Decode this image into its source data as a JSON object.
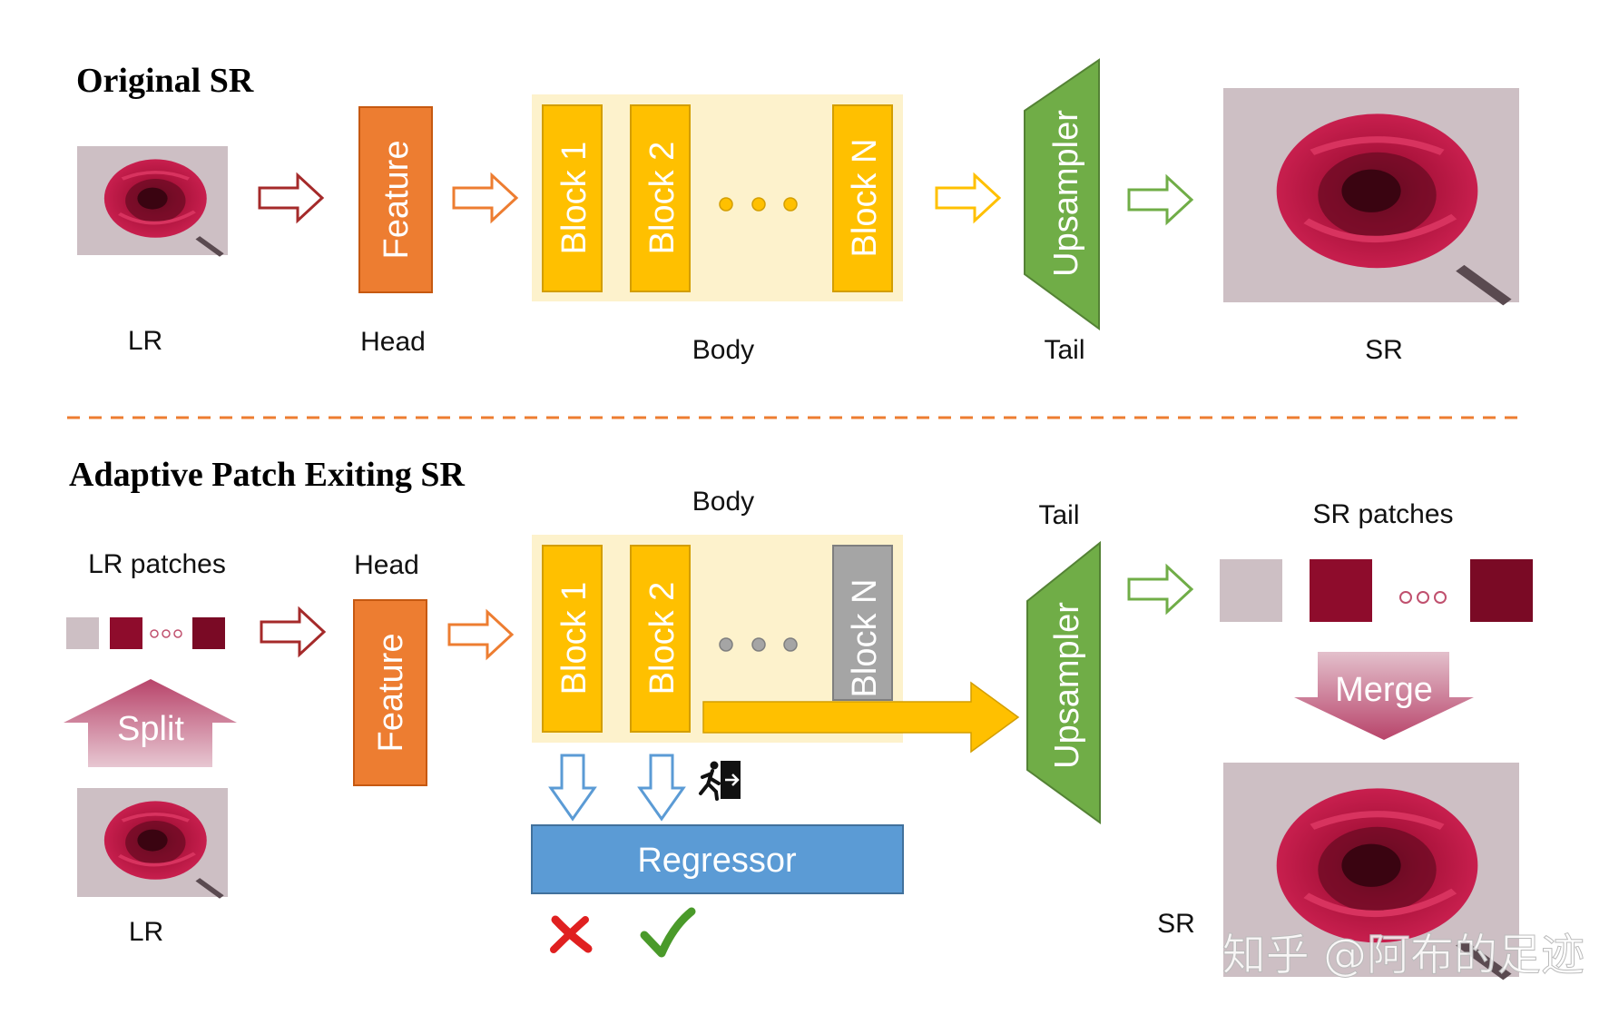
{
  "top": {
    "title": "Original SR",
    "labels": {
      "lr": "LR",
      "head": "Head",
      "body": "Body",
      "tail": "Tail",
      "sr": "SR"
    },
    "head_block": "Feature",
    "body_blocks": [
      "Block 1",
      "Block 2",
      "Block N"
    ],
    "tail_block": "Upsampler"
  },
  "bottom": {
    "title": "Adaptive Patch Exiting SR",
    "labels": {
      "lr_patches": "LR patches",
      "head": "Head",
      "body": "Body",
      "tail": "Tail",
      "sr_patches": "SR patches",
      "lr": "LR",
      "sr": "SR"
    },
    "split": "Split",
    "merge": "Merge",
    "head_block": "Feature",
    "body_blocks": [
      "Block 1",
      "Block 2",
      "Block N"
    ],
    "tail_block": "Upsampler",
    "regressor": "Regressor"
  },
  "watermark": "知乎 @阿布的足迹",
  "colors": {
    "feature": "#ed7d31",
    "block": "#ffc000",
    "block_exited": "#a5a5a5",
    "body_bg": "#fdf2cc",
    "upsampler": "#70ad47",
    "regressor": "#5b9bd5",
    "arrow_red": "#a52a2a",
    "arrow_orange": "#ed7d31",
    "arrow_yellow": "#ffc000",
    "arrow_green": "#70ad47",
    "arrow_blue": "#5b9bd5",
    "divider": "#ed7d31",
    "rose": "#a8123a",
    "rose_bg": "#cdbfc4"
  },
  "icons": {
    "ellipsis": "dots",
    "exit": "running-man-exit-icon",
    "reject": "red-cross-icon",
    "accept": "green-check-icon"
  }
}
